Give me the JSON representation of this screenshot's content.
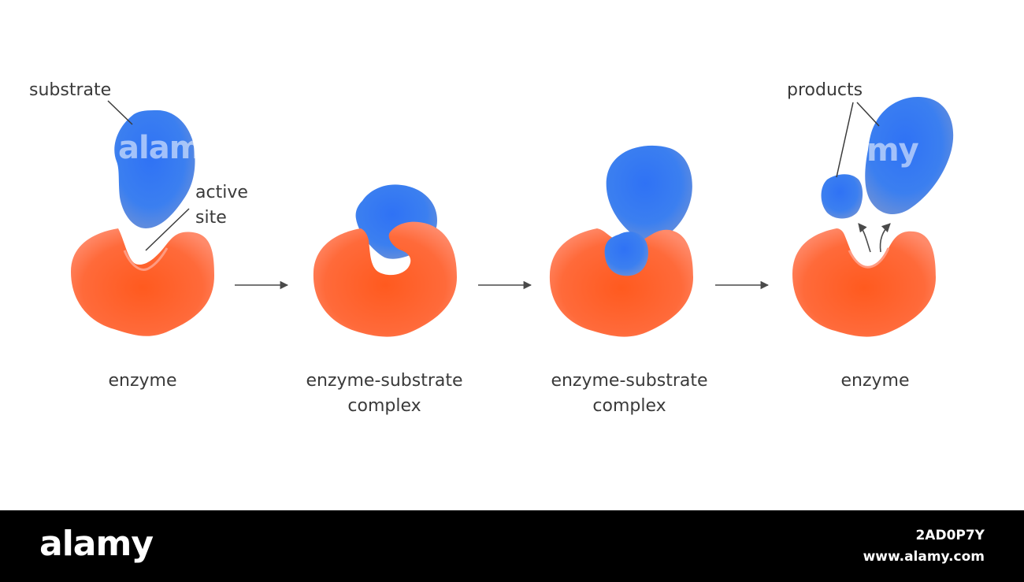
{
  "colors": {
    "enzyme": "#ff5a2e",
    "substrate": "#3a7dee",
    "label": "#3a3a3a",
    "arrow": "#4a4a4a"
  },
  "labels": {
    "substrate": "substrate",
    "active_site_line1": "active",
    "active_site_line2": "site",
    "products": "products"
  },
  "stages": [
    {
      "caption_line1": "enzyme",
      "caption_line2": ""
    },
    {
      "caption_line1": "enzyme-substrate",
      "caption_line2": "complex"
    },
    {
      "caption_line1": "enzyme-substrate",
      "caption_line2": "complex"
    },
    {
      "caption_line1": "enzyme",
      "caption_line2": ""
    }
  ],
  "footer": {
    "brand": "alamy",
    "image_id": "2AD0P7Y",
    "website": "www.alamy.com"
  },
  "watermark": {
    "text1": "alamy",
    "text2": "my"
  }
}
